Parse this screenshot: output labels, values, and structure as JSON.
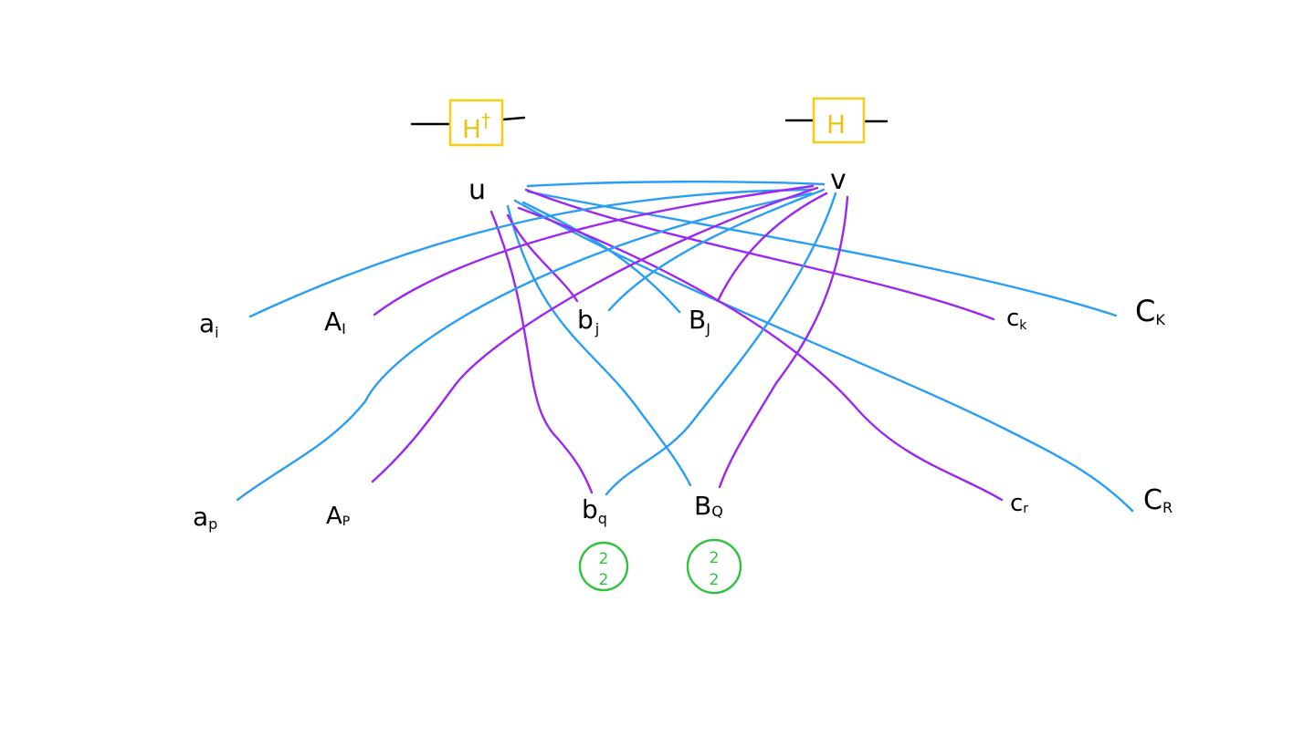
{
  "gates": [
    {
      "id": "hdag",
      "label": "H",
      "sup": "†"
    },
    {
      "id": "h",
      "label": "H",
      "sup": ""
    }
  ],
  "nodes": {
    "u": "u",
    "v": "v",
    "ai": {
      "base": "a",
      "sub": "i"
    },
    "AI": {
      "base": "A",
      "sub": "I"
    },
    "bj": {
      "base": "b",
      "sub": "j"
    },
    "BJ": {
      "base": "B",
      "sub": "J"
    },
    "ck": {
      "base": "c",
      "sub": "k"
    },
    "CK": {
      "base": "C",
      "sub": "K"
    },
    "ap": {
      "base": "a",
      "sub": "p"
    },
    "AP": {
      "base": "A",
      "sub": "P"
    },
    "bq": {
      "base": "b",
      "sub": "q"
    },
    "BQ": {
      "base": "B",
      "sub": "Q"
    },
    "cr": {
      "base": "c",
      "sub": "r"
    },
    "CR": {
      "base": "C",
      "sub": "R"
    }
  },
  "badges": [
    {
      "id": "bq-badge",
      "top": "2",
      "bottom": "2"
    },
    {
      "id": "BQ-badge",
      "top": "2",
      "bottom": "2"
    }
  ],
  "colors": {
    "blue": "#2a9df4",
    "purple": "#9b27f0",
    "gate": "#f2cf1d",
    "gate_text": "#e8c41a",
    "badge": "#31c23f",
    "ink": "#000000"
  }
}
